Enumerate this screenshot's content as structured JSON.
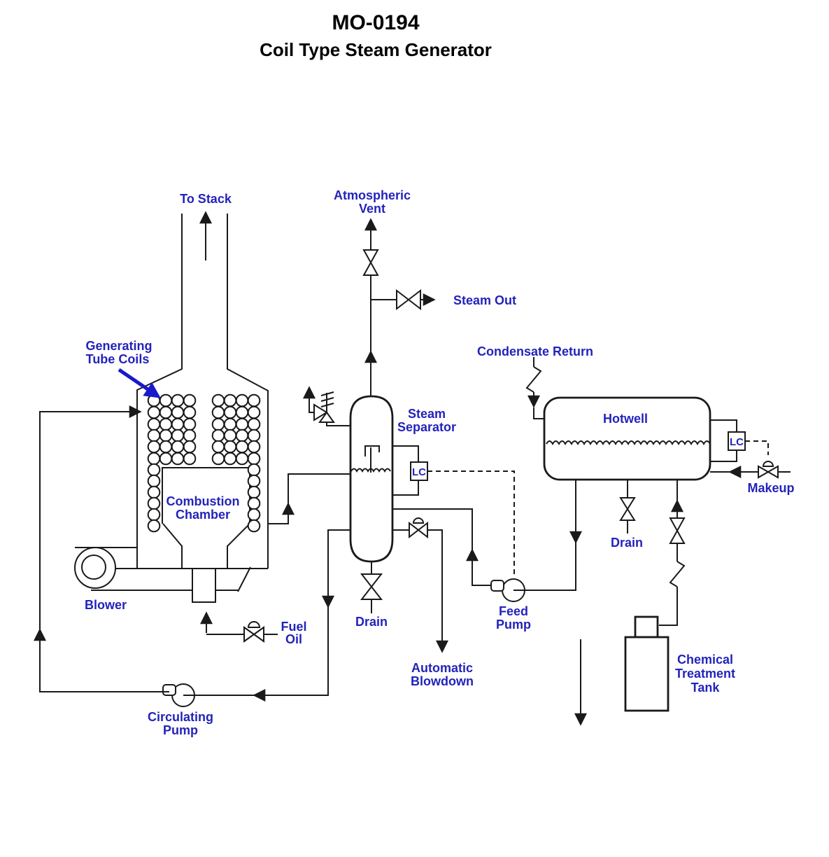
{
  "title": {
    "code": "MO-0194",
    "subtitle": "Coil Type Steam Generator"
  },
  "colors": {
    "label": "#2323bb",
    "line": "#1a1a1a",
    "annotation": "#1818cc",
    "background": "#ffffff"
  },
  "labels": {
    "to_stack": "To Stack",
    "atmospheric_vent_line1": "Atmospheric",
    "atmospheric_vent_line2": "Vent",
    "steam_out": "Steam Out",
    "condensate_return": "Condensate Return",
    "generating_tube_coils_line1": "Generating",
    "generating_tube_coils_line2": "Tube Coils",
    "steam_separator_line1": "Steam",
    "steam_separator_line2": "Separator",
    "hotwell": "Hotwell",
    "combustion_chamber_line1": "Combustion",
    "combustion_chamber_line2": "Chamber",
    "blower": "Blower",
    "fuel_oil_line1": "Fuel",
    "fuel_oil_line2": "Oil",
    "separator_drain": "Drain",
    "feed_pump_line1": "Feed",
    "feed_pump_line2": "Pump",
    "hotwell_drain": "Drain",
    "makeup": "Makeup",
    "automatic_blowdown_line1": "Automatic",
    "automatic_blowdown_line2": "Blowdown",
    "circulating_pump_line1": "Circulating",
    "circulating_pump_line2": "Pump",
    "chemical_treatment_tank_line1": "Chemical",
    "chemical_treatment_tank_line2": "Treatment",
    "chemical_treatment_tank_line3": "Tank",
    "separator_level_controller": "LC",
    "hotwell_level_controller": "LC"
  }
}
